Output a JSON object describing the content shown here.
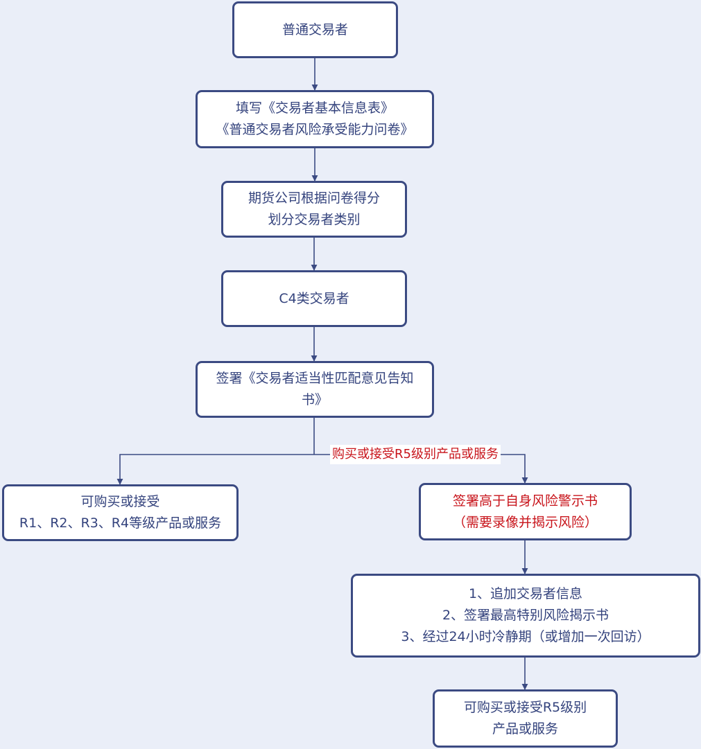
{
  "diagram": {
    "nodes": {
      "ordinary_trader": {
        "lines": [
          "普通交易者"
        ]
      },
      "fill_forms": {
        "lines": [
          "填写《交易者基本信息表》",
          "《普通交易者风险承受能力问卷》"
        ]
      },
      "classify": {
        "lines": [
          "期货公司根据问卷得分",
          "划分交易者类别"
        ]
      },
      "c4_trader": {
        "lines": [
          "C4类交易者"
        ]
      },
      "sign_notice": {
        "lines": [
          "签署《交易者适当性匹配意见告知",
          "书》"
        ]
      },
      "buy_r1_r4": {
        "lines": [
          "可购买或接受",
          "R1、R2、R3、R4等级产品或服务"
        ]
      },
      "sign_warning": {
        "lines": [
          "签署高于自身风险警示书",
          "（需要录像并揭示风险）"
        ]
      },
      "extra_steps": {
        "lines": [
          "1、追加交易者信息",
          "2、签署最高特别风险揭示书",
          "3、经过24小时冷静期（或增加一次回访）"
        ]
      },
      "buy_r5": {
        "lines": [
          "可购买或接受R5级别",
          "产品或服务"
        ]
      }
    },
    "branch_label": "购买或接受R5级别产品或服务"
  },
  "colors": {
    "background": "#eaeef8",
    "node_border": "#3b4a82",
    "text": "#34437d",
    "warning_text": "#c8141b",
    "connector": "#3b4a82"
  }
}
